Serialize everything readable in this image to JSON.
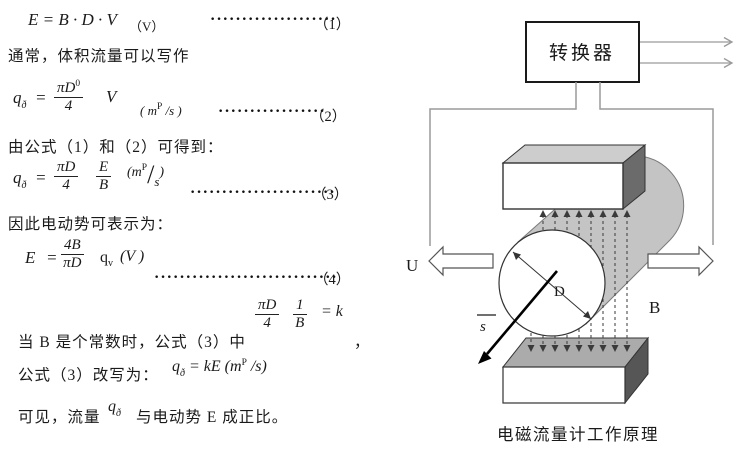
{
  "text": {
    "l2": "通常，体积流量可以写作",
    "l4": "由公式（1）和（2）可得到：",
    "l6": "因此电动势可表示为：",
    "l8a": "当 B 是个常数时，公式（3）中",
    "l8b": "，",
    "l9a": "公式（3）改写为：",
    "l10a": "可见，流量",
    "l10b": "与电动势 E 成正比。"
  },
  "f1": {
    "math": "E = B · D · V",
    "unit": "（V）",
    "dots": "····················",
    "tag": "（1）"
  },
  "f2": {
    "q": "q",
    "qsub": "ð",
    "eq": "=",
    "num": "πD",
    "numsup": "0",
    "den": "4",
    "v": "V",
    "u1": "( m",
    "usup": "P",
    "u2": " /s )",
    "dots": "·················",
    "tag": "（2）"
  },
  "f3": {
    "q": "q",
    "qsub": "ð",
    "eq": "=",
    "n1": "πD",
    "d1": "4",
    "n2": "E",
    "d2": "B",
    "u1": "(m",
    "usup": "P",
    "uslash": "/",
    "us": "s",
    "u2": ")",
    "dots": "·······················",
    "tag": "（3）"
  },
  "f4": {
    "e": "E",
    "eq": "=",
    "num": "4B",
    "den": "πD",
    "q": "q",
    "qsub": "v",
    "unit": "(V )",
    "dots": "·····························",
    "tag": "（4）"
  },
  "f5": {
    "n1": "πD",
    "d1": "4",
    "n2": "1",
    "d2": "B",
    "eq": "= k"
  },
  "f6": {
    "q": "q",
    "qsub": "ð",
    "mid": " = kE (m",
    "usup": "P",
    "end": " /s)"
  },
  "f7": {
    "q": "q",
    "qsub": "ð"
  },
  "diagram": {
    "converter_label": "转换器",
    "caption": "电磁流量计工作原理",
    "u_label": "U",
    "b_label": "B",
    "d_label": "D",
    "s_label": "s"
  },
  "colors": {
    "wire_gray": "#9a9a9a",
    "cylinder_gray": "#c4c4c4",
    "top_face_gray": "#cdcdcd",
    "side_dark_gray": "#6b6b6b",
    "bottom_top_gray": "#ababab",
    "bottom_side_gray": "#565656",
    "line_black": "#1a1a1a"
  }
}
